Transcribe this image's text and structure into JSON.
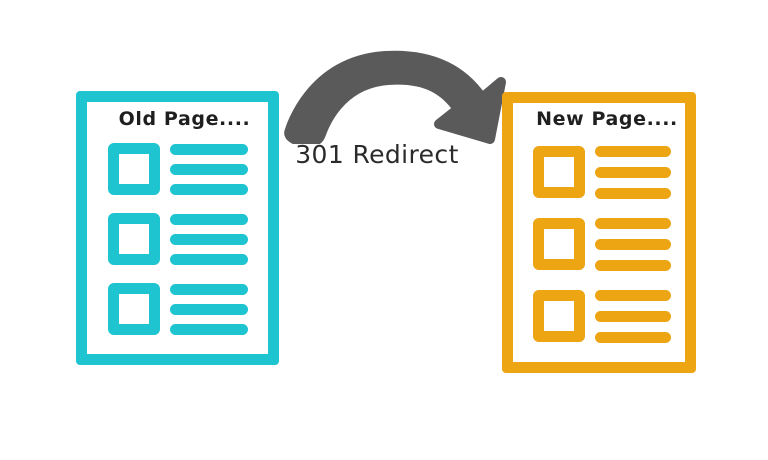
{
  "diagram": {
    "title": "301 Redirect",
    "background_color": "#FFFFFF",
    "type": "redirect-flow-diagram"
  },
  "colors": {
    "old_page_accent": "#1EC4D0",
    "new_page_accent": "#EDA513",
    "arrow": "#5A5A5A",
    "label_text": "#2B2B2B",
    "title_text": "#1F1F1F",
    "page_fill": "#FFFFFF"
  },
  "old_page": {
    "title": "Old Page....",
    "accent_color": "#1EC4D0",
    "rows": [
      {
        "checkbox": "unchecked",
        "lines": 3
      },
      {
        "checkbox": "unchecked",
        "lines": 3
      },
      {
        "checkbox": "unchecked",
        "lines": 3
      }
    ]
  },
  "new_page": {
    "title": "New Page....",
    "accent_color": "#EDA513",
    "rows": [
      {
        "checkbox": "unchecked",
        "lines": 3
      },
      {
        "checkbox": "unchecked",
        "lines": 3
      },
      {
        "checkbox": "unchecked",
        "lines": 3
      }
    ]
  },
  "arrow": {
    "label": "301 Redirect",
    "color": "#5A5A5A",
    "direction": "left-to-right",
    "style": "curved-thick-arc",
    "from": "old_page",
    "to": "new_page"
  }
}
